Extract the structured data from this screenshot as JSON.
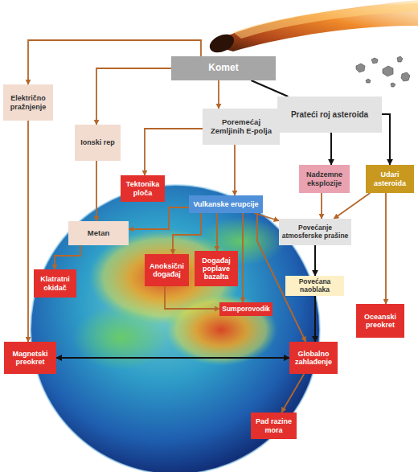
{
  "diagram": {
    "nodes": [
      {
        "text": [
          "Komet"
        ]
      },
      {
        "text": [
          "Električno pražnjenje"
        ]
      },
      {
        "text": [
          "Poremećaj Zemljinih E-polja"
        ]
      },
      {
        "text": [
          "Prateći roj asteroida"
        ]
      },
      {
        "text": [
          "Ionski rep"
        ]
      },
      {
        "text": [
          "Tektonika ploča"
        ]
      },
      {
        "text": [
          "Nadzemne eksplozije"
        ]
      },
      {
        "text": [
          "Udari asteroida"
        ]
      },
      {
        "text": [
          "Vulkanske erupcije"
        ]
      },
      {
        "text": [
          "Metan"
        ]
      },
      {
        "text": [
          "Povećanje atmosferske prašine"
        ]
      },
      {
        "text": [
          "Anoksični događaj"
        ]
      },
      {
        "text": [
          "Događaj poplave bazalta"
        ]
      },
      {
        "text": [
          "Povećana naoblaka"
        ]
      },
      {
        "text": [
          "Klatratni okidač"
        ]
      },
      {
        "text": [
          "Oceanski preokret"
        ]
      },
      {
        "text": [
          "Sumporovodik"
        ]
      },
      {
        "text": [
          "Magnetski preokret"
        ]
      },
      {
        "text": [
          "Globalno zahlađenje"
        ]
      },
      {
        "text": [
          "Pad razine mora"
        ]
      }
    ],
    "edges": [
      {
        "from": 0,
        "to": 1,
        "arrow": "to"
      },
      {
        "from": 0,
        "to": 4,
        "arrow": "to"
      },
      {
        "from": 0,
        "to": 2,
        "arrow": "to"
      },
      {
        "from": 0,
        "to": 3,
        "arrow": "none"
      },
      {
        "from": 1,
        "to": 17,
        "arrow": "to"
      },
      {
        "from": 2,
        "to": 5,
        "arrow": "to"
      },
      {
        "from": 2,
        "to": 8,
        "arrow": "to"
      },
      {
        "from": 3,
        "to": 6,
        "arrow": "to"
      },
      {
        "from": 3,
        "to": 7,
        "arrow": "to"
      },
      {
        "from": 4,
        "to": 9,
        "arrow": "to"
      },
      {
        "from": 8,
        "to": 9,
        "arrow": "to"
      },
      {
        "from": 8,
        "to": 11,
        "arrow": "to"
      },
      {
        "from": 8,
        "to": 12,
        "arrow": "to"
      },
      {
        "from": 8,
        "to": 16,
        "arrow": "to"
      },
      {
        "from": 8,
        "to": 10,
        "arrow": "to"
      },
      {
        "from": 8,
        "to": 18,
        "arrow": "to"
      },
      {
        "from": 6,
        "to": 10,
        "arrow": "to"
      },
      {
        "from": 7,
        "to": 10,
        "arrow": "to"
      },
      {
        "from": 7,
        "to": 15,
        "arrow": "to"
      },
      {
        "from": 9,
        "to": 14,
        "arrow": "to"
      },
      {
        "from": 11,
        "to": 16,
        "arrow": "to"
      },
      {
        "from": 10,
        "to": 13,
        "arrow": "to"
      },
      {
        "from": 13,
        "to": 18,
        "arrow": "to"
      },
      {
        "from": 17,
        "to": 18,
        "arrow": "both"
      },
      {
        "from": 18,
        "to": 19,
        "arrow": "to"
      }
    ]
  }
}
